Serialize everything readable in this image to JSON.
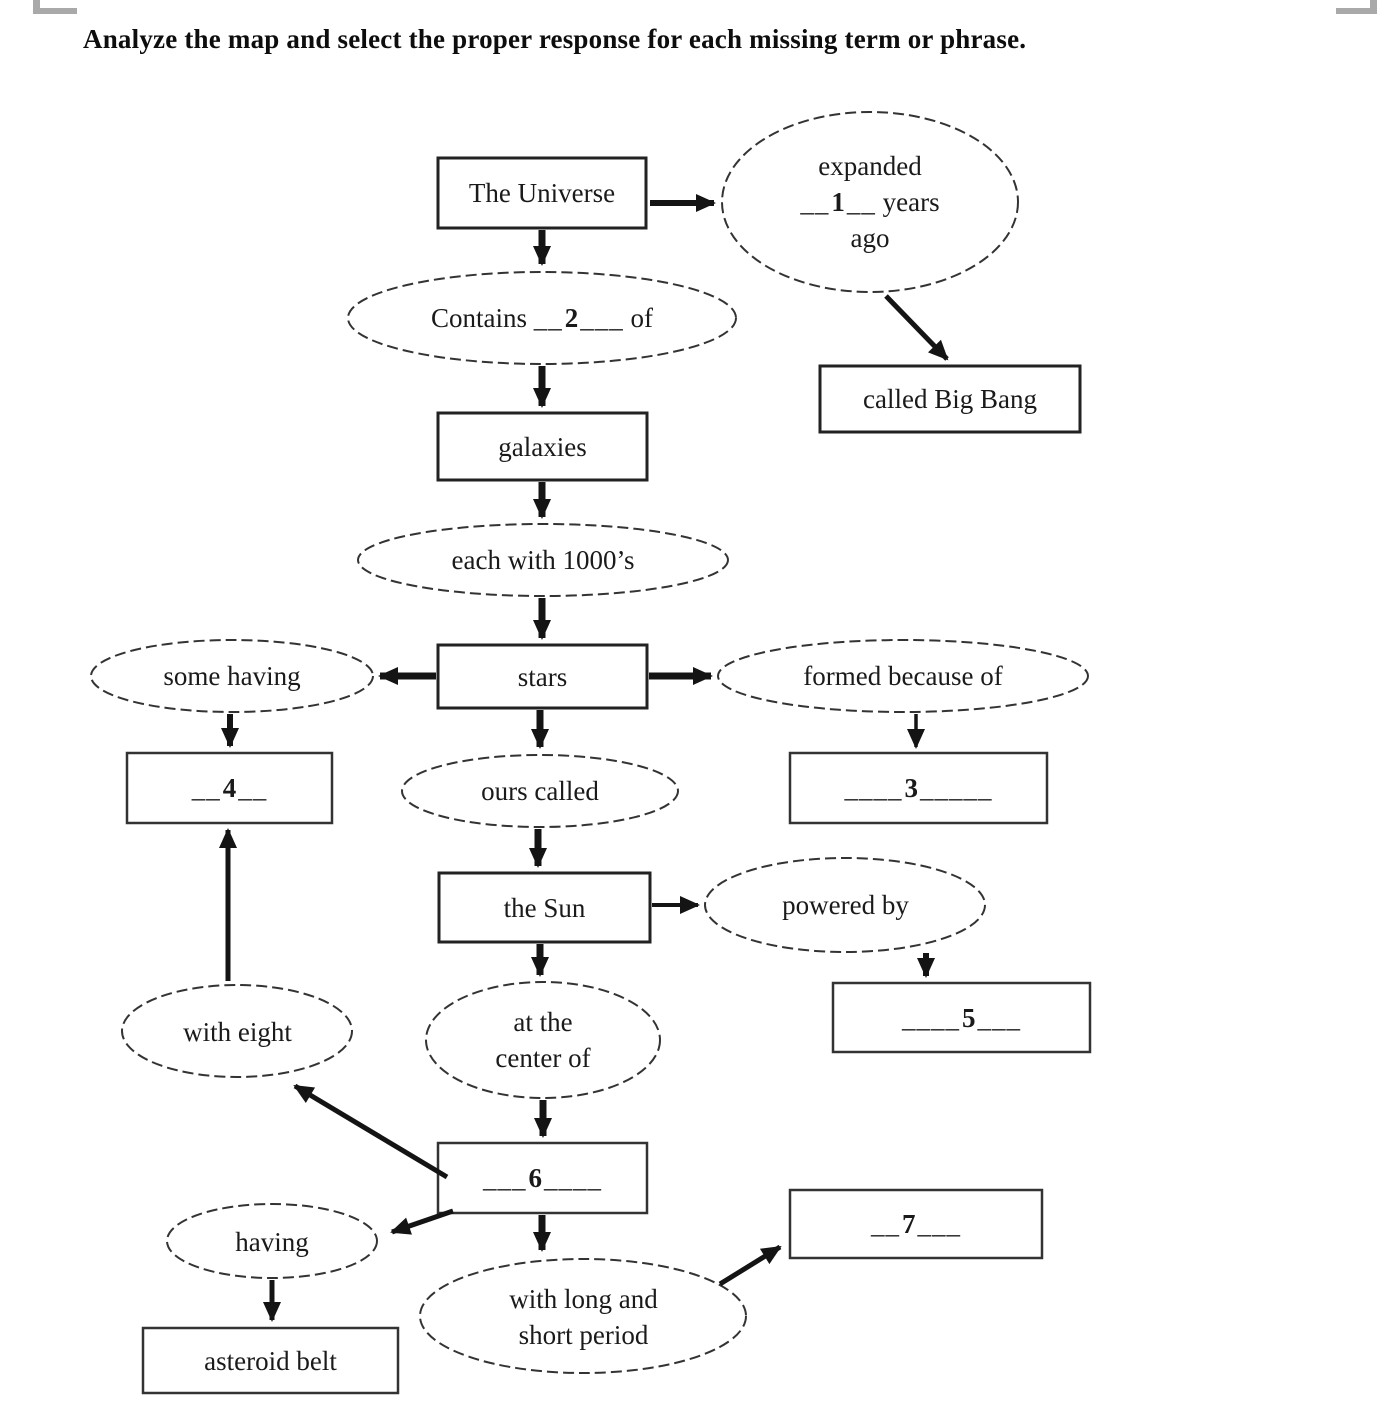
{
  "page": {
    "title": "Analyze the map and select the proper response for each missing term or phrase."
  },
  "nodes": {
    "universe": {
      "label": "The Universe"
    },
    "expanded": {
      "line1": "expanded",
      "blank_pre": "__",
      "blank_num": "1",
      "blank_post": "__",
      "line2_rest": " years",
      "line3": "ago"
    },
    "contains": {
      "text_before": "Contains ",
      "blank_pre": "__",
      "blank_num": "2",
      "blank_post": "___",
      "text_after": " of"
    },
    "bigbang": {
      "label": "called Big Bang"
    },
    "galaxies": {
      "label": "galaxies"
    },
    "each1000": {
      "label": "each with 1000’s"
    },
    "stars": {
      "label": "stars"
    },
    "somehaving": {
      "label": "some having"
    },
    "formed": {
      "label": "formed because of"
    },
    "blank4": {
      "pre": "__",
      "num": "4",
      "post": "__"
    },
    "ourscalled": {
      "label": "ours called"
    },
    "blank3": {
      "pre": "____",
      "num": "3",
      "post": "_____"
    },
    "thesun": {
      "label": "the Sun"
    },
    "poweredby": {
      "label": "powered by"
    },
    "blank5": {
      "pre": "____",
      "num": "5",
      "post": "___"
    },
    "witheight": {
      "label": "with eight"
    },
    "atcenter": {
      "line1": "at the",
      "line2": "center of"
    },
    "blank6": {
      "pre": "___",
      "num": "6",
      "post": "____"
    },
    "having": {
      "label": "having"
    },
    "asteroid": {
      "label": "asteroid belt"
    },
    "longshort": {
      "line1": "with long and",
      "line2": "short period"
    },
    "blank7": {
      "pre": "__",
      "num": "7",
      "post": "___"
    }
  }
}
